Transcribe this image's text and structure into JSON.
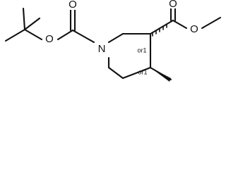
{
  "figure": {
    "type": "chemical-structure",
    "atoms": {
      "ester_oxygen_boc": "O",
      "carbonyl_oxygen_boc": "O",
      "ring_nitrogen": "N",
      "carbonyl_oxygen_ester": "O",
      "methoxy_oxygen": "O"
    },
    "stereo_labels": {
      "c3": "or1",
      "c4": "or1"
    },
    "line_color": "#111111",
    "background": "#ffffff"
  }
}
